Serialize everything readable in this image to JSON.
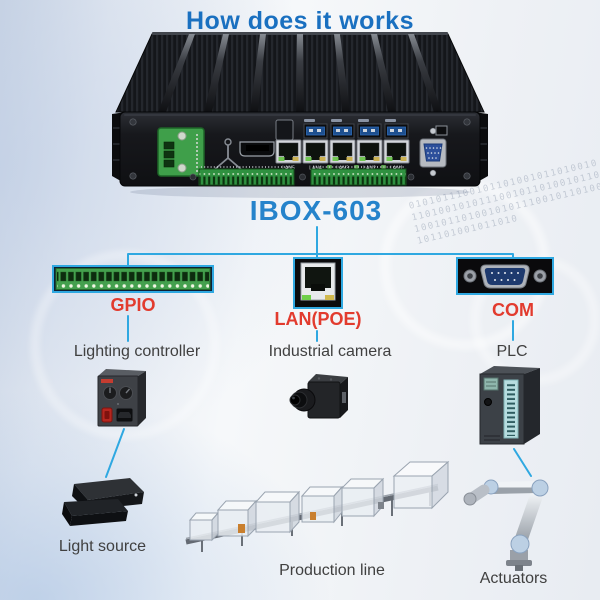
{
  "title": "How does it works",
  "device": {
    "name": "IBOX-603",
    "lan_labels": [
      "LAN5",
      "LAN4",
      "LAN3",
      "LAN2",
      "LAN1"
    ]
  },
  "ports": [
    {
      "id": "gpio",
      "label": "GPIO",
      "connects_to": "Lighting controller"
    },
    {
      "id": "lan_poe",
      "label": "LAN(POE)",
      "connects_to": "Industrial camera"
    },
    {
      "id": "com",
      "label": "COM",
      "connects_to": "PLC"
    }
  ],
  "devices": {
    "lighting_controller": {
      "label": "Lighting controller"
    },
    "industrial_camera": {
      "label": "Industrial camera"
    },
    "plc": {
      "label": "PLC"
    },
    "light_source": {
      "label": "Light source"
    },
    "production_line": {
      "label": "Production line"
    },
    "actuators": {
      "label": "Actuators"
    }
  },
  "decor": {
    "binary_watermark": "010101110010110100101101001011010010101110010110100101101001011010010101110010110100101101001011010"
  },
  "colors": {
    "title_blue": "#1a70c0",
    "device_name_blue": "#2583cb",
    "connector_blue": "#2fa8e1",
    "port_label_red": "#e23b2e",
    "device_label_dark": "#404040"
  }
}
